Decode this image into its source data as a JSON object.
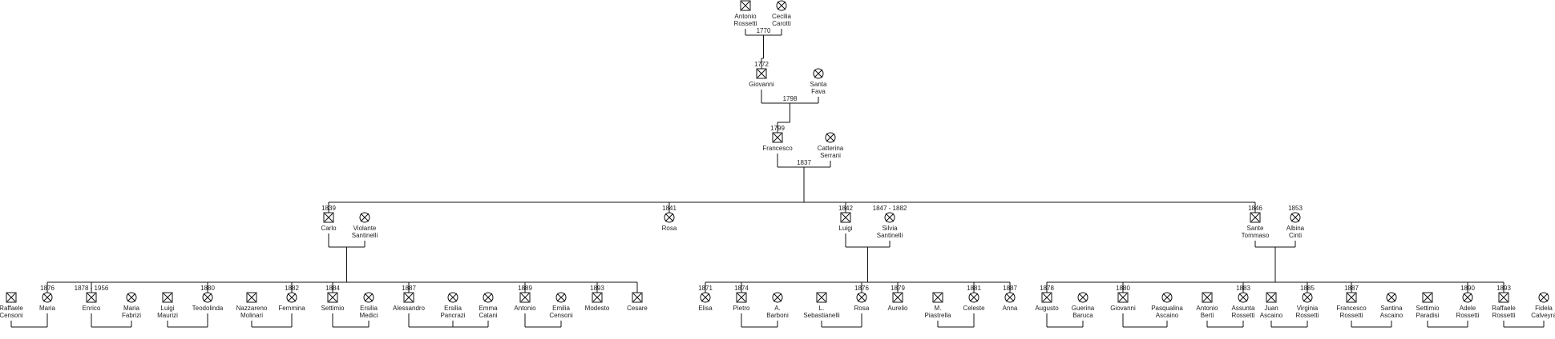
{
  "symbols": {
    "male": "male-icon",
    "female": "female-icon",
    "deceased": "cross-mark"
  },
  "persons": {
    "p1": {
      "sex": "M",
      "name": [
        "Antonio",
        "Rossetti"
      ],
      "date": ""
    },
    "p2": {
      "sex": "F",
      "name": [
        "Cecilia",
        "Carotti"
      ],
      "date": ""
    },
    "p3": {
      "sex": "M",
      "name": [
        "Giovanni"
      ],
      "date": "1772"
    },
    "p4": {
      "sex": "F",
      "name": [
        "Santa",
        "Fava"
      ],
      "date": ""
    },
    "p5": {
      "sex": "M",
      "name": [
        "Francesco"
      ],
      "date": "1799"
    },
    "p6": {
      "sex": "F",
      "name": [
        "Catterina",
        "Serrani"
      ],
      "date": ""
    },
    "p7": {
      "sex": "M",
      "name": [
        "Carlo"
      ],
      "date": "1839"
    },
    "p8": {
      "sex": "F",
      "name": [
        "Violante",
        "Santinelli"
      ],
      "date": ""
    },
    "p9": {
      "sex": "F",
      "name": [
        "Rosa"
      ],
      "date": "1841"
    },
    "p10": {
      "sex": "M",
      "name": [
        "Luigi"
      ],
      "date": "1842"
    },
    "p11": {
      "sex": "F",
      "name": [
        "Silvia",
        "Santinelli"
      ],
      "date": "1847 - 1882"
    },
    "p12": {
      "sex": "M",
      "name": [
        "Sante",
        "Tommaso"
      ],
      "date": "1846"
    },
    "p13": {
      "sex": "F",
      "name": [
        "Albina",
        "Cinti"
      ],
      "date": "1853"
    },
    "c1": {
      "sex": "M",
      "name": [
        "Raffaele",
        "Censoni"
      ],
      "date": ""
    },
    "c2": {
      "sex": "F",
      "name": [
        "Maria"
      ],
      "date": "1876"
    },
    "c3": {
      "sex": "M",
      "name": [
        "Enrico"
      ],
      "date": "1878 - 1956"
    },
    "c4": {
      "sex": "F",
      "name": [
        "Maria",
        "Fabrizi"
      ],
      "date": ""
    },
    "c5": {
      "sex": "M",
      "name": [
        "Luigi",
        "Maurizi"
      ],
      "date": ""
    },
    "c6": {
      "sex": "F",
      "name": [
        "Teodolinda"
      ],
      "date": "1880"
    },
    "c7": {
      "sex": "M",
      "name": [
        "Nazzareno",
        "Molinari"
      ],
      "date": ""
    },
    "c8": {
      "sex": "F",
      "name": [
        "Femmina"
      ],
      "date": "1882"
    },
    "c9": {
      "sex": "M",
      "name": [
        "Settimio"
      ],
      "date": "1884"
    },
    "c10": {
      "sex": "F",
      "name": [
        "Ersilia",
        "Medici"
      ],
      "date": ""
    },
    "c11": {
      "sex": "M",
      "name": [
        "Alessandro"
      ],
      "date": "1887"
    },
    "c12": {
      "sex": "F",
      "name": [
        "Ersilia",
        "Pancrazi"
      ],
      "date": ""
    },
    "c13": {
      "sex": "F",
      "name": [
        "Emma",
        "Catani"
      ],
      "date": ""
    },
    "c14": {
      "sex": "M",
      "name": [
        "Antonio"
      ],
      "date": "1889"
    },
    "c15": {
      "sex": "F",
      "name": [
        "Emilia",
        "Censoni"
      ],
      "date": ""
    },
    "c16": {
      "sex": "M",
      "name": [
        "Modesto"
      ],
      "date": "1893"
    },
    "c17": {
      "sex": "M",
      "name": [
        "Cesare"
      ],
      "date": ""
    },
    "d1": {
      "sex": "F",
      "name": [
        "Elisa"
      ],
      "date": "1871"
    },
    "d2": {
      "sex": "M",
      "name": [
        "Pietro"
      ],
      "date": "1874"
    },
    "d3": {
      "sex": "F",
      "name": [
        "A.",
        "Barboni"
      ],
      "date": ""
    },
    "d4": {
      "sex": "M",
      "name": [
        "L.",
        "Sebastianelli"
      ],
      "date": ""
    },
    "d5": {
      "sex": "F",
      "name": [
        "Rosa"
      ],
      "date": "1876"
    },
    "d6": {
      "sex": "M",
      "name": [
        "Aurelio"
      ],
      "date": "1879"
    },
    "d7": {
      "sex": "M",
      "name": [
        "M.",
        "Piastrella"
      ],
      "date": ""
    },
    "d8": {
      "sex": "F",
      "name": [
        "Celeste"
      ],
      "date": "1881"
    },
    "d9": {
      "sex": "F",
      "name": [
        "Anna"
      ],
      "date": "1887"
    },
    "e1": {
      "sex": "M",
      "name": [
        "Augusto"
      ],
      "date": "1878"
    },
    "e2": {
      "sex": "F",
      "name": [
        "Guerina",
        "Baruca"
      ],
      "date": ""
    },
    "e3": {
      "sex": "M",
      "name": [
        "Giovanni"
      ],
      "date": "1880"
    },
    "e4": {
      "sex": "F",
      "name": [
        "Pasqualina",
        "Ascaino"
      ],
      "date": ""
    },
    "e5": {
      "sex": "M",
      "name": [
        "Antonio",
        "Berti"
      ],
      "date": ""
    },
    "e6": {
      "sex": "F",
      "name": [
        "Assunta",
        "Rossetti"
      ],
      "date": "1883"
    },
    "e7": {
      "sex": "M",
      "name": [
        "Juan",
        "Ascaino"
      ],
      "date": ""
    },
    "e8": {
      "sex": "F",
      "name": [
        "Virginia",
        "Rossetti"
      ],
      "date": "1885"
    },
    "e9": {
      "sex": "M",
      "name": [
        "Francesco",
        "Rossetti"
      ],
      "date": "1887"
    },
    "e10": {
      "sex": "F",
      "name": [
        "Santina",
        "Ascaino"
      ],
      "date": ""
    },
    "e11": {
      "sex": "M",
      "name": [
        "Settimio",
        "Paradisi"
      ],
      "date": ""
    },
    "e12": {
      "sex": "F",
      "name": [
        "Adele",
        "Rossetti"
      ],
      "date": "1890"
    },
    "e13": {
      "sex": "M",
      "name": [
        "Raffaele",
        "Rossetti"
      ],
      "date": "1893"
    },
    "e14": {
      "sex": "F",
      "name": [
        "Fidela",
        "Calveyra"
      ],
      "date": ""
    }
  },
  "marriages": [
    {
      "a": "p1",
      "b": "p2",
      "year": "1770",
      "children": [
        "p3"
      ]
    },
    {
      "a": "p3",
      "b": "p4",
      "year": "1798",
      "children": [
        "p5"
      ]
    },
    {
      "a": "p5",
      "b": "p6",
      "year": "1837",
      "children": [
        "p7",
        "p9",
        "p10",
        "p12"
      ]
    },
    {
      "a": "p7",
      "b": "p8",
      "year": "",
      "children": [
        "c2",
        "c3",
        "c6",
        "c8",
        "c9",
        "c11",
        "c14",
        "c16",
        "c17"
      ]
    },
    {
      "a": "p10",
      "b": "p11",
      "year": "",
      "children": [
        "d1",
        "d2",
        "d5",
        "d6",
        "d8",
        "d9"
      ]
    },
    {
      "a": "p12",
      "b": "p13",
      "year": "",
      "children": [
        "e1",
        "e3",
        "e6",
        "e8",
        "e9",
        "e12",
        "e13"
      ]
    },
    {
      "a": "c1",
      "b": "c2",
      "year": "",
      "children": []
    },
    {
      "a": "c3",
      "b": "c4",
      "year": "",
      "children": []
    },
    {
      "a": "c5",
      "b": "c6",
      "year": "",
      "children": []
    },
    {
      "a": "c7",
      "b": "c8",
      "year": "",
      "children": []
    },
    {
      "a": "c9",
      "b": "c10",
      "year": "",
      "children": []
    },
    {
      "a": "c11",
      "b": "c12",
      "year": "",
      "children": []
    },
    {
      "a": "c11",
      "b": "c13",
      "year": "",
      "children": []
    },
    {
      "a": "c14",
      "b": "c15",
      "year": "",
      "children": []
    },
    {
      "a": "d2",
      "b": "d3",
      "year": "",
      "children": []
    },
    {
      "a": "d4",
      "b": "d5",
      "year": "",
      "children": []
    },
    {
      "a": "d7",
      "b": "d8",
      "year": "",
      "children": []
    },
    {
      "a": "e1",
      "b": "e2",
      "year": "",
      "children": []
    },
    {
      "a": "e3",
      "b": "e4",
      "year": "",
      "children": []
    },
    {
      "a": "e5",
      "b": "e6",
      "year": "",
      "children": []
    },
    {
      "a": "e7",
      "b": "e8",
      "year": "",
      "children": []
    },
    {
      "a": "e9",
      "b": "e10",
      "year": "",
      "children": []
    },
    {
      "a": "e11",
      "b": "e12",
      "year": "",
      "children": []
    },
    {
      "a": "e13",
      "b": "e14",
      "year": "",
      "children": []
    }
  ]
}
